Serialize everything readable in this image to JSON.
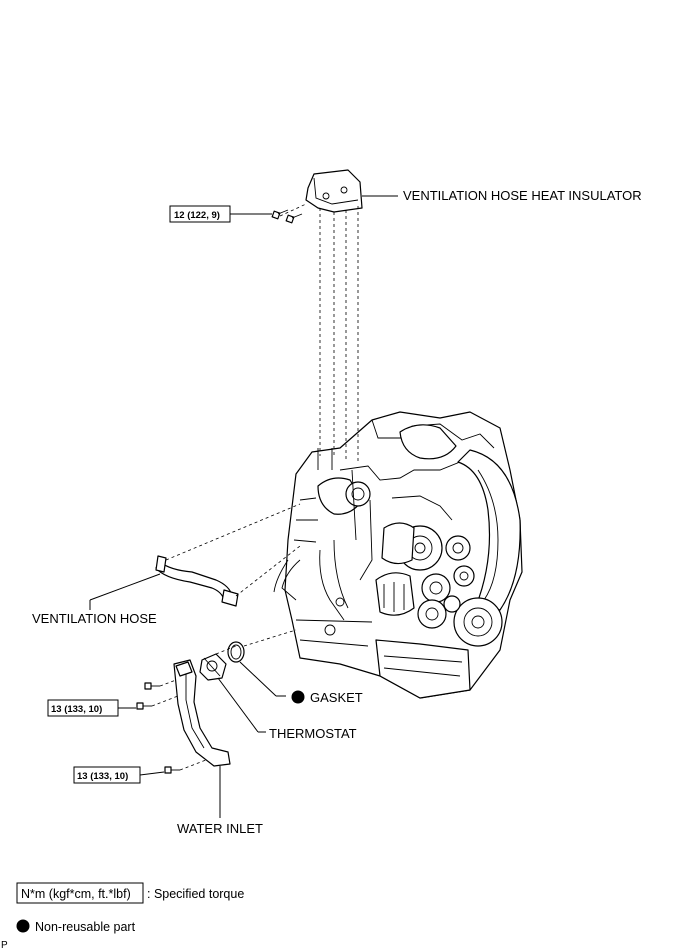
{
  "labels": {
    "ventilation_hose_heat_insulator": "VENTILATION HOSE HEAT INSULATOR",
    "ventilation_hose": "VENTILATION HOSE",
    "gasket": "GASKET",
    "thermostat": "THERMOSTAT",
    "water_inlet": "WATER INLET"
  },
  "torques": {
    "insulator_bolt": "12 (122, 9)",
    "water_inlet_upper": "13 (133, 10)",
    "water_inlet_lower": "13 (133, 10)"
  },
  "legend": {
    "torque_unit": "N*m (kgf*cm, ft.*lbf)",
    "torque_desc": ": Specified torque",
    "non_reusable": "Non-reusable part"
  },
  "code": "P"
}
